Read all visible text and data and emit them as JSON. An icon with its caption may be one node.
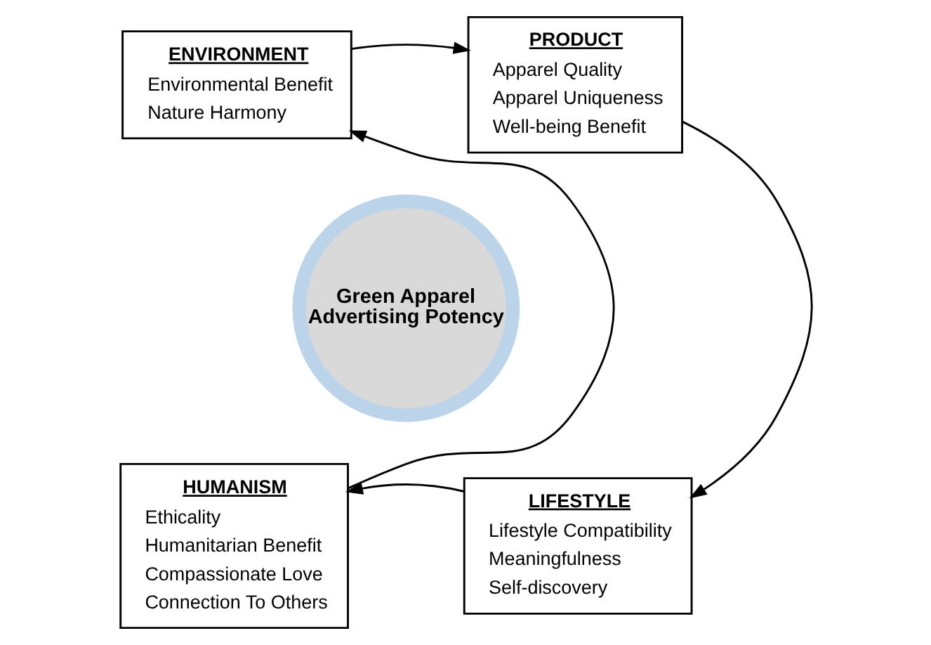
{
  "diagram": {
    "nodes": [
      {
        "text": [
          "ENVIRONMENT",
          "Environmental Benefit",
          "Nature Harmony"
        ]
      },
      {
        "text": [
          "PRODUCT",
          "Apparel Quality",
          "Apparel Uniqueness",
          "Well-being Benefit"
        ]
      },
      {
        "text": [
          "Green Apparel Advertising Potency"
        ]
      },
      {
        "text": [
          "HUMANISM",
          "Ethicality",
          "Humanitarian Benefit",
          "Compassionate Love",
          "Connection To Others"
        ]
      },
      {
        "text": [
          "LIFESTYLE",
          "Lifestyle Compatibility",
          "Meaningfulness",
          "Self-discovery"
        ]
      }
    ],
    "edges": [
      {
        "from": 0,
        "to": 1,
        "arrow": "to"
      },
      {
        "from": 1,
        "to": 4,
        "arrow": "to"
      },
      {
        "from": 4,
        "to": 3,
        "arrow": "to"
      },
      {
        "from": 3,
        "to": 0,
        "arrow": "to"
      }
    ]
  }
}
